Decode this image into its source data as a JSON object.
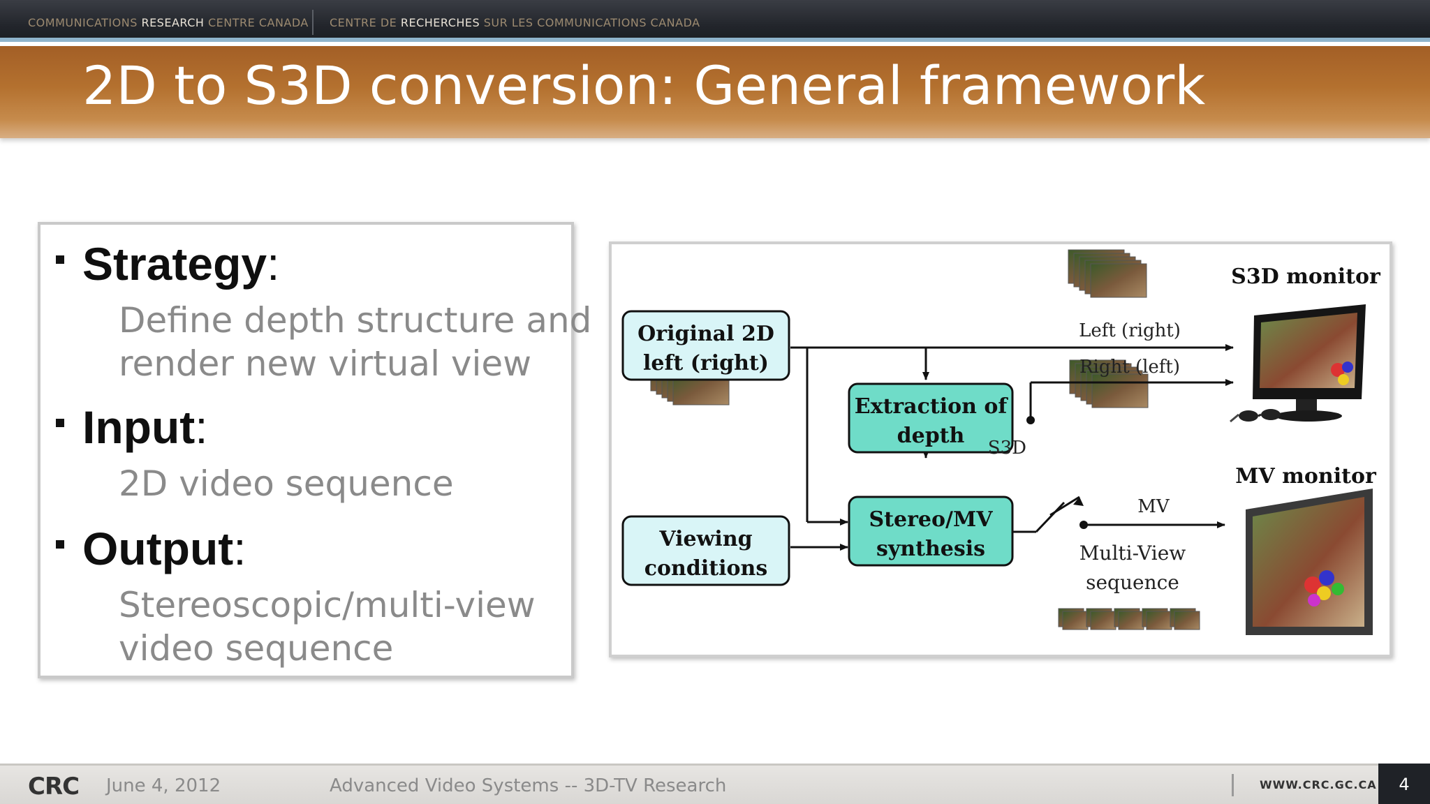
{
  "header": {
    "org_en_prefix": "COMMUNICATIONS ",
    "org_en_bold": "RESEARCH",
    "org_en_suffix": " CENTRE CANADA",
    "org_fr_prefix": "CENTRE DE ",
    "org_fr_bold": "RECHERCHES",
    "org_fr_suffix": " SUR LES COMMUNICATIONS CANADA"
  },
  "slide": {
    "title": "2D to S3D conversion: General framework",
    "items": [
      {
        "heading": "Strategy",
        "colon": ":",
        "text_lines": [
          "Define depth structure and",
          "render new virtual view"
        ]
      },
      {
        "heading": "Input",
        "colon": ":",
        "text_lines": [
          "2D video sequence"
        ]
      },
      {
        "heading": "Output",
        "colon": ":",
        "text_lines": [
          "Stereoscopic/multi-view",
          "video sequence"
        ]
      }
    ]
  },
  "diagram": {
    "box_original_line1": "Original 2D",
    "box_original_line2": "left (right)",
    "box_viewing_line1": "Viewing",
    "box_viewing_line2": "conditions",
    "box_extraction_line1": "Extraction of",
    "box_extraction_line2": "depth",
    "box_synthesis_line1": "Stereo/MV",
    "box_synthesis_line2": "synthesis",
    "label_left_right": "Left (right)",
    "label_right_left": "Right (left)",
    "label_s3d": "S3D",
    "label_mv": "MV",
    "label_multiview_line1": "Multi-View",
    "label_multiview_line2": "sequence",
    "s3d_monitor": "S3D monitor",
    "mv_monitor": "MV monitor",
    "colors": {
      "process_box": "#6fdcc8",
      "io_box": "#d9f5f7"
    }
  },
  "footer": {
    "logo": "CRC",
    "date": "June 4, 2012",
    "event": "Advanced Video Systems -- 3D-TV Research",
    "url": "WWW.CRC.GC.CA",
    "page_number": "4"
  }
}
